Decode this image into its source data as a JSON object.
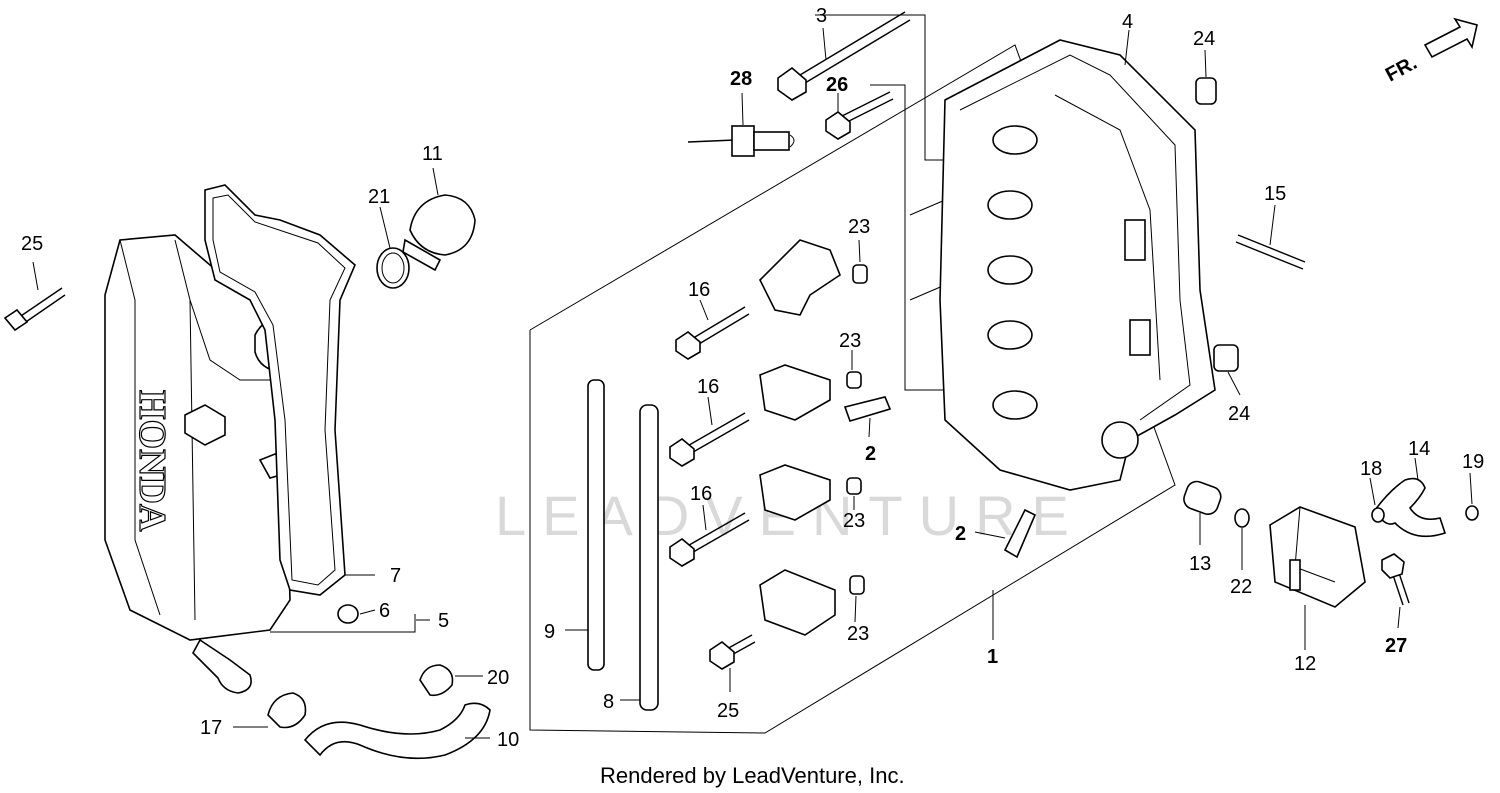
{
  "watermark": "LEADVENTURE",
  "footer": "Rendered by LeadVenture, Inc.",
  "direction_indicator": "FR.",
  "cover_logo": "HONDA",
  "part_labels": {
    "p1": "1",
    "p2a": "2",
    "p2b": "2",
    "p3": "3",
    "p4": "4",
    "p5": "5",
    "p6": "6",
    "p7": "7",
    "p8": "8",
    "p9": "9",
    "p10": "10",
    "p11": "11",
    "p12": "12",
    "p13": "13",
    "p14": "14",
    "p15": "15",
    "p16a": "16",
    "p16b": "16",
    "p16c": "16",
    "p17": "17",
    "p18": "18",
    "p19": "19",
    "p20": "20",
    "p21": "21",
    "p22": "22",
    "p23a": "23",
    "p23b": "23",
    "p23c": "23",
    "p23d": "23",
    "p24a": "24",
    "p24b": "24",
    "p25a": "25",
    "p25b": "25",
    "p26": "26",
    "p27": "27",
    "p28": "28"
  }
}
